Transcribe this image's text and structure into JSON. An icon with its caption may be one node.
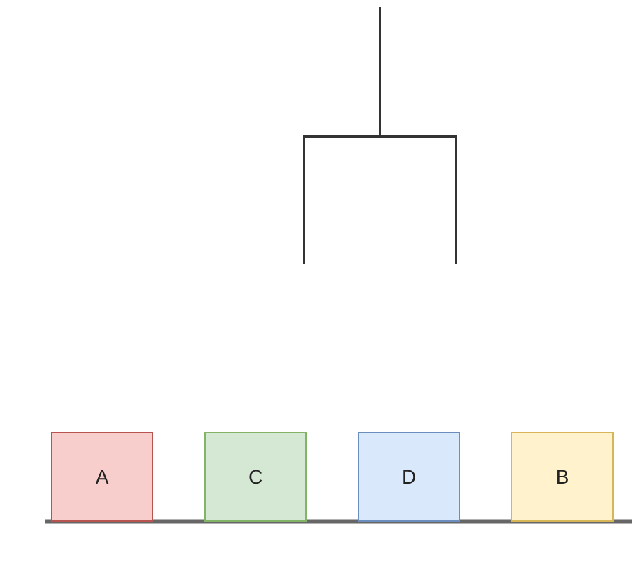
{
  "diagram": {
    "nodes": [
      {
        "text": [
          "A"
        ]
      },
      {
        "text": [
          "C"
        ]
      },
      {
        "text": [
          "D"
        ]
      },
      {
        "text": [
          "B"
        ]
      }
    ]
  }
}
